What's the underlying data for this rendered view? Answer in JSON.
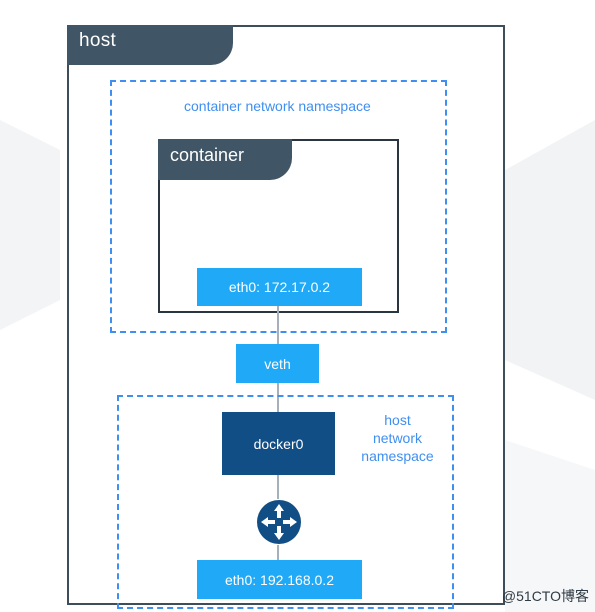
{
  "host": {
    "title": "host"
  },
  "container_ns": {
    "label": "container network namespace"
  },
  "container": {
    "title": "container",
    "eth0": "eth0: 172.17.0.2"
  },
  "veth": {
    "label": "veth"
  },
  "host_ns": {
    "label_line1": "host",
    "label_line2": "network",
    "label_line3": "namespace"
  },
  "bridge": {
    "label": "docker0"
  },
  "router": {
    "icon": "router-icon"
  },
  "host_eth0": {
    "label": "eth0: 192.168.0.2"
  },
  "watermark": {
    "text": "@51CTO博客"
  },
  "colors": {
    "host_frame": "#405565",
    "namespace_dash": "#3f8ff0",
    "interface_fill": "#1fa9f6",
    "bridge_fill": "#124e86",
    "wire": "#a6b0ba"
  }
}
